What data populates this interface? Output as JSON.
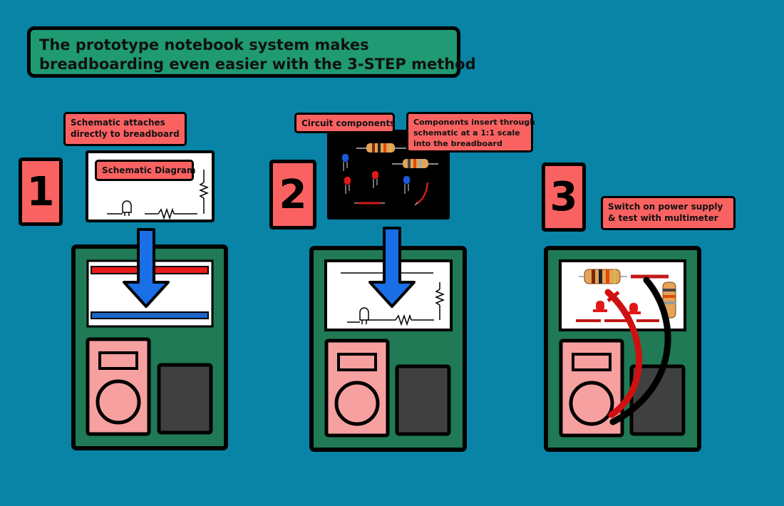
{
  "title": {
    "line1": "The prototype notebook system makes",
    "line2": "breadboarding even easier with the 3-STEP method"
  },
  "steps": [
    {
      "number": "1",
      "callout": [
        "Schematic attaches",
        "directly to breadboard"
      ],
      "inner_label": "Schematic Diagram"
    },
    {
      "number": "2",
      "callouts": [
        [
          "Circuit components"
        ],
        [
          "Components insert through",
          "schematic at a 1:1 scale",
          "into the breadboard"
        ]
      ]
    },
    {
      "number": "3",
      "callout": [
        "Switch on power supply",
        "& test with multimeter"
      ]
    }
  ],
  "colors": {
    "background": "#0984a6",
    "title_green": "#1f9a72",
    "label_red": "#fa6262",
    "board_green": "#1f7a55",
    "meter_pink": "#f7a0a0",
    "arrow_blue": "#1a6fe6"
  },
  "icons": [
    "down-arrow-icon",
    "resistor-icon",
    "led-icon",
    "multimeter-icon",
    "probe-lead-icon"
  ]
}
